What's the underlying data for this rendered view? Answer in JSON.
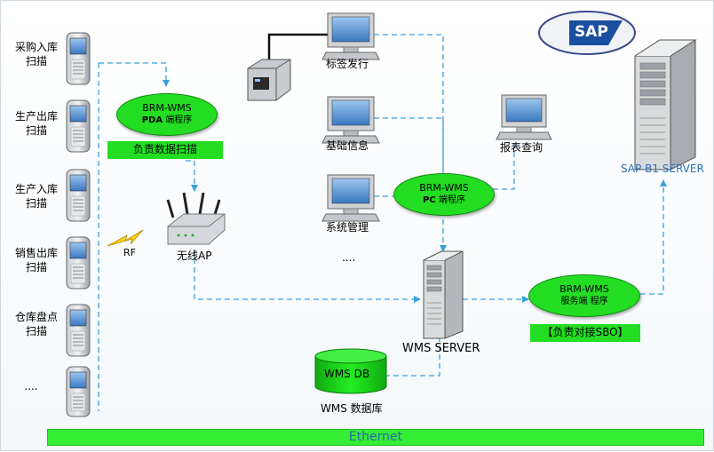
{
  "pda_labels": [
    "采购入库\n扫描",
    "生产出库\n扫描",
    "生产入库\n扫描",
    "销售出库\n扫描",
    "仓库盘点\n扫描",
    "...."
  ],
  "pda_client": {
    "name": "BRM-WMS",
    "sub_bold": "PDA",
    "sub_rest": " 端程序",
    "note": "负责数据扫描"
  },
  "rf_label": "RF",
  "ap_label": "无线AP",
  "terminals": {
    "label_print": "标签发行",
    "basic_info": "基础信息",
    "system_mgmt": "系统管理",
    "more": "....",
    "report_query": "报表查询"
  },
  "pc_client": {
    "name": "BRM-WMS",
    "sub_bold": "PC",
    "sub_rest": " 端程序"
  },
  "wms_server": {
    "label": "WMS SERVER"
  },
  "wms_db": {
    "label": "WMS DB",
    "caption": "WMS 数据库"
  },
  "service_client": {
    "name": "BRM-WMS",
    "sub": "服务端 程序",
    "note": "【负责对接SBO】"
  },
  "sap": {
    "logo": "SAP",
    "server_label": "SAP B1 SERVER"
  },
  "network": {
    "label": "Ethernet"
  },
  "colors": {
    "green": "#22dd22",
    "link": "#3aa0dc",
    "sap_blue": "#1a4fa0",
    "label_blue": "#2a72b8"
  }
}
